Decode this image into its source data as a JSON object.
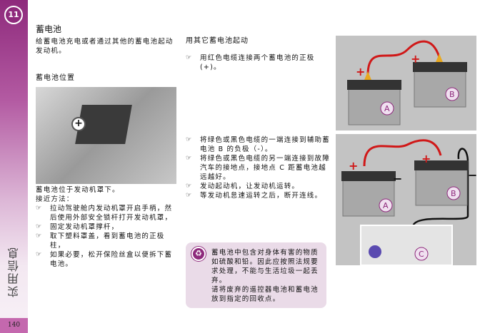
{
  "sidebar": {
    "chapter": "11",
    "title": "实用信息",
    "page": "140"
  },
  "title": "蓄电池",
  "intro": "给蓄电池充电或者通过其他的蓄电池起动发动机。",
  "location": {
    "heading": "蓄电池位置",
    "text": "蓄电池位于发动机罩下。",
    "access": "接近方法：",
    "steps": [
      "拉动驾驶舱内发动机罩开启手柄，然后使用外部安全锁杆打开发动机罩，",
      "固定发动机罩撑杆，",
      "取下塑料罩盖，看到蓄电池的正极柱，",
      "如果必要，松开保险丝盒以便拆下蓄电池。"
    ]
  },
  "jump": {
    "heading": "用其它蓄电池起动",
    "step1": "用红色电缆连接两个蓄电池的正极(+)。",
    "steps": [
      "将绿色或黑色电缆的一端连接到辅助蓄电池 B 的负极（-）。",
      "将绿色或黑色电缆的另一端连接到故障汽车的接地点，接地点 C 距蓄电池越远越好。",
      "发动起动机，让发动机运转。",
      "等发动机怠速运转之后，断开连线。"
    ]
  },
  "warning": {
    "text": "蓄电池中包含对身体有害的物质如硫酸和铅。因此应按照法规要求处理，不能与生活垃圾一起丢弃。",
    "text2": "请将废弃的遥控器电池和蓄电池放到指定的回收点。"
  },
  "diagram": {
    "plus": "+",
    "minus": "−",
    "a": "A",
    "b": "B",
    "c": "C"
  }
}
